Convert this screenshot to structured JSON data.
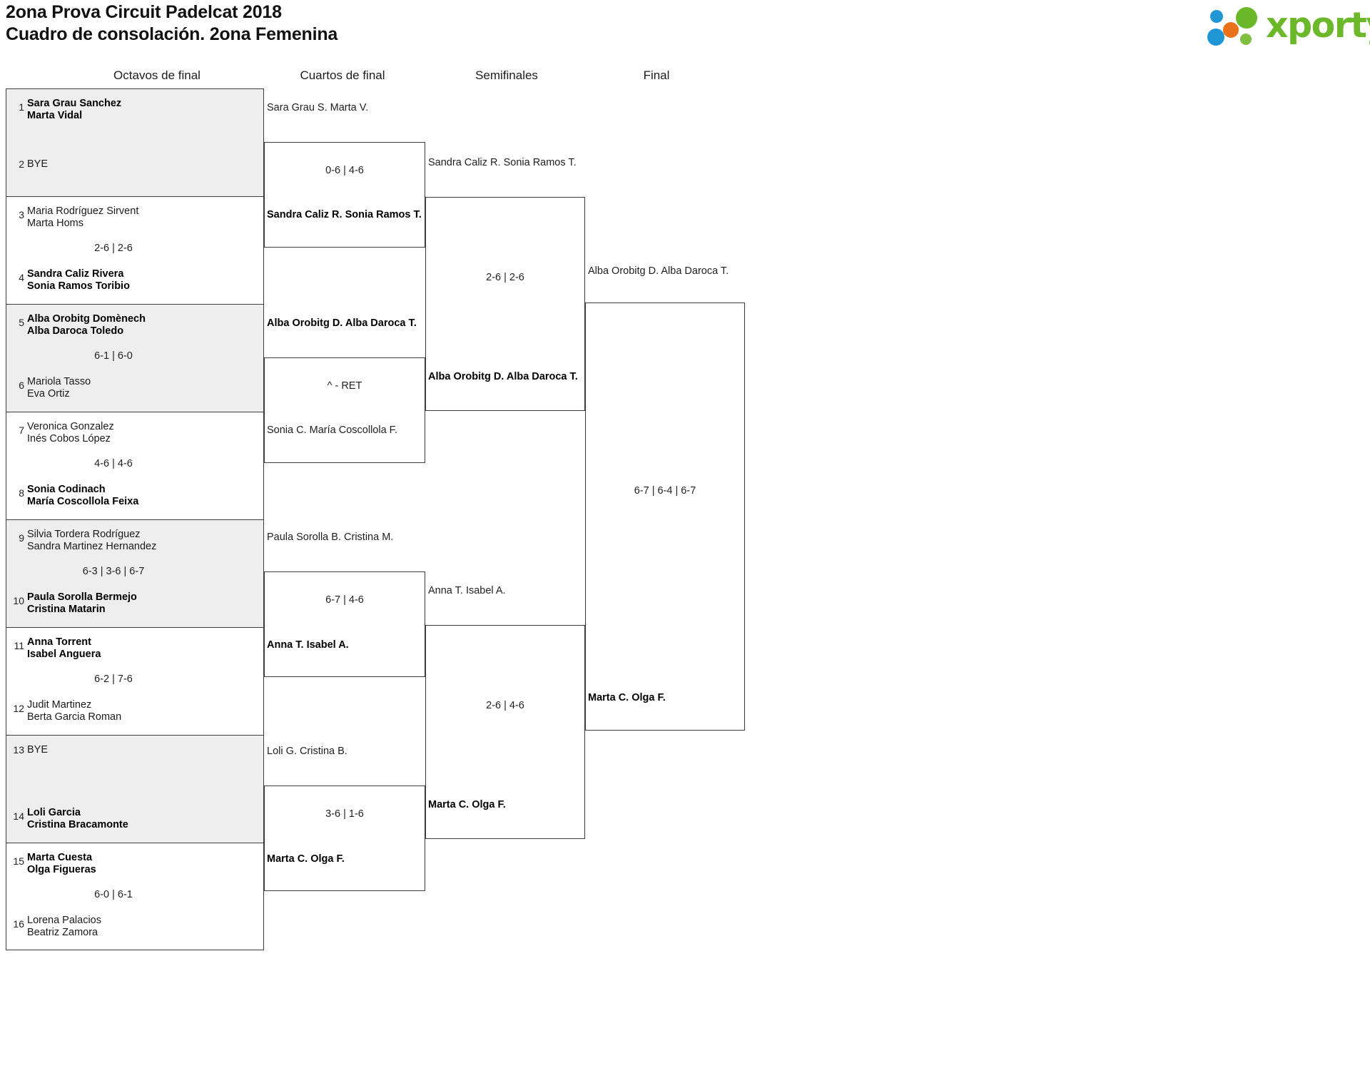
{
  "header": {
    "title_line1": "2ona Prova Circuit Padelcat 2018",
    "title_line2": "Cuadro de consolación. 2ona Femenina"
  },
  "logo": {
    "word": "xporty",
    "colors": {
      "green": "#6CB82B",
      "orange": "#E8711A",
      "blue": "#2196D4"
    }
  },
  "rounds": [
    {
      "label": "Octavos de final"
    },
    {
      "label": "Cuartos de final"
    },
    {
      "label": "Semifinales"
    },
    {
      "label": "Final"
    }
  ],
  "round1": [
    {
      "seed_top": "1",
      "seed_bot": "2",
      "top_l1": "Sara Grau Sanchez",
      "top_l2": "Marta Vidal",
      "top_win": true,
      "bot_l1": "BYE",
      "bot_l2": "",
      "bot_win": false,
      "bot_is_bye": true,
      "score": "",
      "shaded": true
    },
    {
      "seed_top": "3",
      "seed_bot": "4",
      "top_l1": "Maria Rodríguez Sirvent",
      "top_l2": "Marta Homs",
      "top_win": false,
      "bot_l1": "Sandra Caliz Rivera",
      "bot_l2": "Sonia Ramos Toribio",
      "bot_win": true,
      "score": "2-6 | 2-6",
      "shaded": false
    },
    {
      "seed_top": "5",
      "seed_bot": "6",
      "top_l1": "Alba Orobitg Domènech",
      "top_l2": "Alba Daroca Toledo",
      "top_win": true,
      "bot_l1": "Mariola Tasso",
      "bot_l2": "Eva Ortiz",
      "bot_win": false,
      "score": "6-1 | 6-0",
      "shaded": true
    },
    {
      "seed_top": "7",
      "seed_bot": "8",
      "top_l1": "Veronica Gonzalez",
      "top_l2": "Inés Cobos López",
      "top_win": false,
      "bot_l1": "Sonia Codinach",
      "bot_l2": "María Coscollola Feixa",
      "bot_win": true,
      "score": "4-6 | 4-6",
      "shaded": false
    },
    {
      "seed_top": "9",
      "seed_bot": "10",
      "top_l1": "Silvia Tordera Rodríguez",
      "top_l2": "Sandra Martinez Hernandez",
      "top_win": false,
      "bot_l1": "Paula Sorolla Bermejo",
      "bot_l2": "Cristina Matarin",
      "bot_win": true,
      "score": "6-3 | 3-6 | 6-7",
      "shaded": true
    },
    {
      "seed_top": "11",
      "seed_bot": "12",
      "top_l1": "Anna Torrent",
      "top_l2": "Isabel Anguera",
      "top_win": true,
      "bot_l1": "Judit Martinez",
      "bot_l2": "Berta Garcia Roman",
      "bot_win": false,
      "score": "6-2 | 7-6",
      "shaded": false
    },
    {
      "seed_top": "13",
      "seed_bot": "14",
      "top_l1": "BYE",
      "top_l2": "",
      "top_win": false,
      "top_is_bye": true,
      "bot_l1": "Loli Garcia",
      "bot_l2": "Cristina Bracamonte",
      "bot_win": true,
      "score": "",
      "shaded": true
    },
    {
      "seed_top": "15",
      "seed_bot": "16",
      "top_l1": "Marta Cuesta",
      "top_l2": "Olga Figueras",
      "top_win": true,
      "bot_l1": "Lorena Palacios",
      "bot_l2": "Beatriz Zamora",
      "bot_win": false,
      "score": "6-0 | 6-1",
      "shaded": false
    }
  ],
  "round2": [
    {
      "top_l1": "Sara Grau S.",
      "top_l2": "Marta V.",
      "top_win": false,
      "bot_l1": "Sandra Caliz R.",
      "bot_l2": "Sonia Ramos T.",
      "bot_win": true,
      "score": "0-6 | 4-6"
    },
    {
      "top_l1": "Alba Orobitg D.",
      "top_l2": "Alba Daroca T.",
      "top_win": true,
      "bot_l1": "Sonia C.",
      "bot_l2": "María Coscollola F.",
      "bot_win": false,
      "score": "^ - RET"
    },
    {
      "top_l1": "Paula Sorolla B.",
      "top_l2": "Cristina M.",
      "top_win": false,
      "bot_l1": "Anna T.",
      "bot_l2": "Isabel A.",
      "bot_win": true,
      "score": "6-7 | 4-6"
    },
    {
      "top_l1": "Loli G.",
      "top_l2": "Cristina B.",
      "top_win": false,
      "bot_l1": "Marta C.",
      "bot_l2": "Olga F.",
      "bot_win": true,
      "score": "3-6 | 1-6"
    }
  ],
  "round3": [
    {
      "top_l1": "Sandra Caliz R.",
      "top_l2": "Sonia Ramos T.",
      "top_win": false,
      "bot_l1": "Alba Orobitg D.",
      "bot_l2": "Alba Daroca T.",
      "bot_win": true,
      "score": "2-6 | 2-6"
    },
    {
      "top_l1": "Anna T.",
      "top_l2": "Isabel A.",
      "top_win": false,
      "bot_l1": "Marta C.",
      "bot_l2": "Olga F.",
      "bot_win": true,
      "score": "2-6 | 4-6"
    }
  ],
  "round4": [
    {
      "top_l1": "Alba Orobitg D.",
      "top_l2": "Alba Daroca T.",
      "top_win": false,
      "bot_l1": "Marta C.",
      "bot_l2": "Olga F.",
      "bot_win": true,
      "score": "6-7 | 6-4 | 6-7"
    }
  ]
}
